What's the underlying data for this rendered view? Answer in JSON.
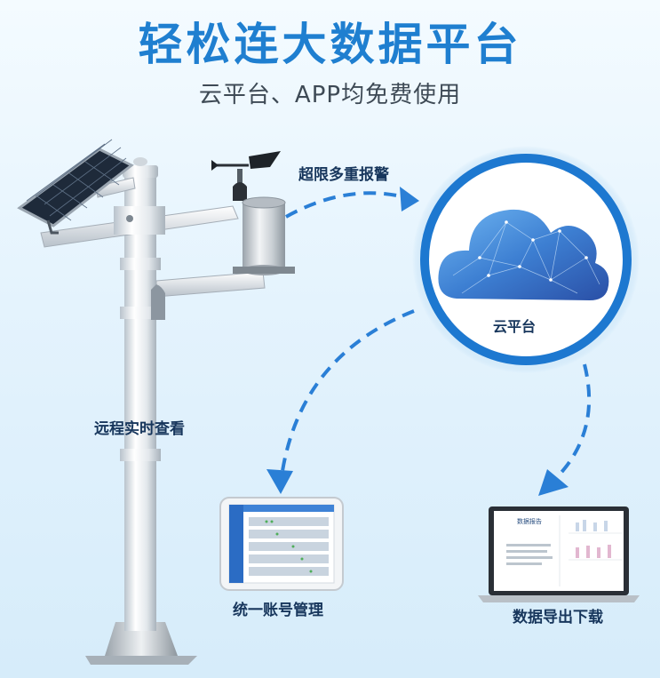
{
  "header": {
    "title": "轻松连大数据平台",
    "subtitle": "云平台、APP均免费使用"
  },
  "labels": {
    "alarm": "超限多重报警",
    "remote": "远程实时查看",
    "cloud": "云平台",
    "account": "统一账号管理",
    "export": "数据导出下载"
  },
  "laptop": {
    "report_title": "数据报告"
  },
  "colors": {
    "title_blue": "#1f7fd0",
    "arrow_blue": "#2a7fd6",
    "cloud_blue": "#2f6fc8",
    "ring_blue": "#1d78d0",
    "text_dark": "#17365c"
  }
}
